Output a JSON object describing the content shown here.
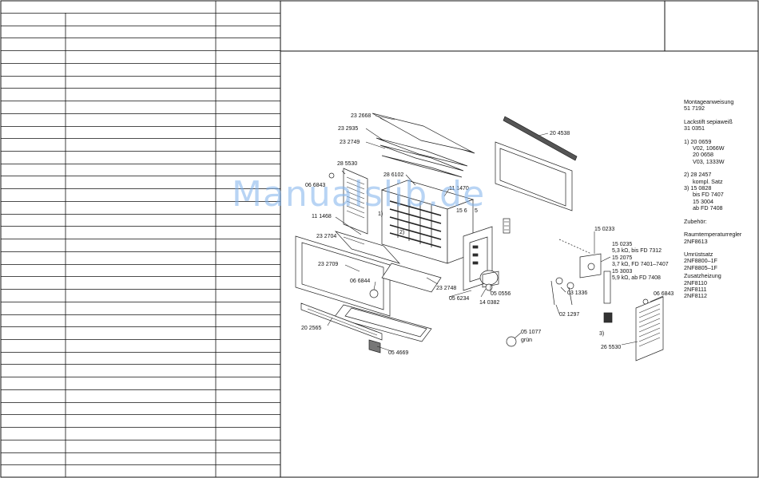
{
  "watermark": "Manualslib.de",
  "parts_list": {
    "row_count": 37
  },
  "callouts": [
    "23 2668",
    "23 2935",
    "23 2749",
    "28 5530",
    "06 6843",
    "28 6102",
    "11 1470",
    "20 4538",
    "11 1468",
    "1)",
    "15 6",
    "5",
    "2)",
    "23 2704",
    "23 2709",
    "06 6844",
    "23 2748",
    "05 6234",
    "14 0382",
    "05 0556",
    "15 0233",
    "03 1336",
    "02 1297",
    "06 6843",
    "3)",
    "26 5530",
    "20 2565",
    "05 4669",
    "05 1077",
    "grün"
  ],
  "callout_15": {
    "l1": "15 0235",
    "l2": "5,3 kΩ, bis FD 7312",
    "l3": "15 2075",
    "l4": "3,7 kΩ, FD 7401–7407",
    "l5": "15 3003",
    "l6": "5,9 kΩ, ab FD 7408"
  },
  "notes": {
    "montage_label": "Montageanweisung",
    "montage_no": "51 7192",
    "lack_label": "Lackstift  sepiaweiß",
    "lack_no": "31 0351",
    "n1_a": "1)  20 0659",
    "n1_b": "V02, 1066W",
    "n1_c": "20 0658",
    "n1_d": "V03, 1333W",
    "n2_a": "2)  28 2457",
    "n2_b": "kompl. Satz",
    "n3_a": "3)  15 0828",
    "n3_b": "bis FD 7407",
    "n3_c": "15 3004",
    "n3_d": "ab FD 7408",
    "zubehoer": "Zubehör:",
    "raum_label": "Raumtemperaturregler",
    "raum_no": "2NF8613",
    "umruest_label": "Umrüstsatz",
    "umruest_1": "2NF8800–1F",
    "umruest_2": "2NF8805–1F",
    "zusatz_label": "Zusatzheizung",
    "zusatz_1": "2NF8110",
    "zusatz_2": "2NF8111",
    "zusatz_3": "2NF8112"
  }
}
